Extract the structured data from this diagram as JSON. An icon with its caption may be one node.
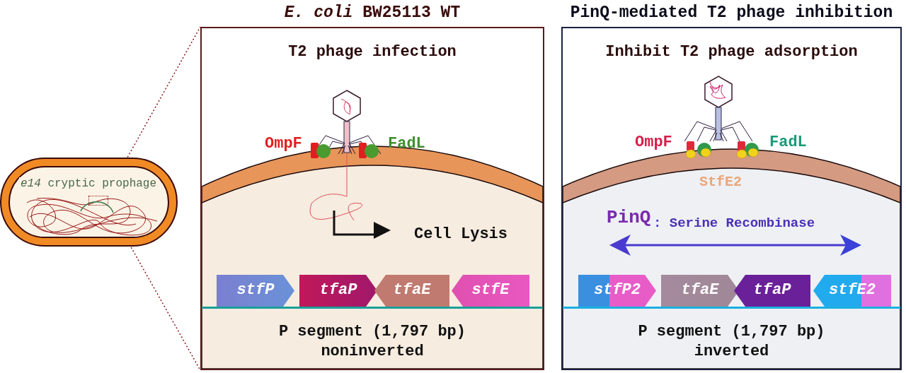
{
  "diagram": {
    "nodes": [
      {
        "text": [
          "*e14* cryptic prophage"
        ]
      },
      {
        "text": [],
        "shape": "box",
        "in": 0
      },
      {
        "text": [
          "*E. coli* BW25113 WT",
          "T2 phage infection",
          "P segment (1,797 bp) noninverted"
        ]
      },
      {
        "text": [
          "stfP"
        ],
        "in": 2
      },
      {
        "text": [
          "tfaP"
        ],
        "in": 2
      },
      {
        "text": [
          "tfaE"
        ],
        "in": 2
      },
      {
        "text": [
          "stfE"
        ],
        "in": 2
      },
      {
        "text": [
          "PinQ-mediated T2 phage inhibition",
          "Inhibit T2 phage adsorption",
          "P segment (1,797 bp) inverted"
        ]
      },
      {
        "text": [
          "stfP2"
        ],
        "in": 7
      },
      {
        "text": [
          "tfaE"
        ],
        "in": 7
      },
      {
        "text": [
          "tfaP"
        ],
        "in": 7
      },
      {
        "text": [
          "stfE2"
        ],
        "in": 7
      }
    ],
    "edges": [
      {
        "from": 1,
        "to": 2,
        "arrow": "none",
        "style": "dashed"
      },
      {
        "from": 1,
        "to": 2,
        "arrow": "none",
        "style": "dashed"
      }
    ],
    "labels": [
      "OmpF",
      "FadL",
      "Cell Lysis",
      "OmpF",
      "FadL",
      "StfE2",
      "PinQ",
      ": Serine Recombinase"
    ]
  }
}
